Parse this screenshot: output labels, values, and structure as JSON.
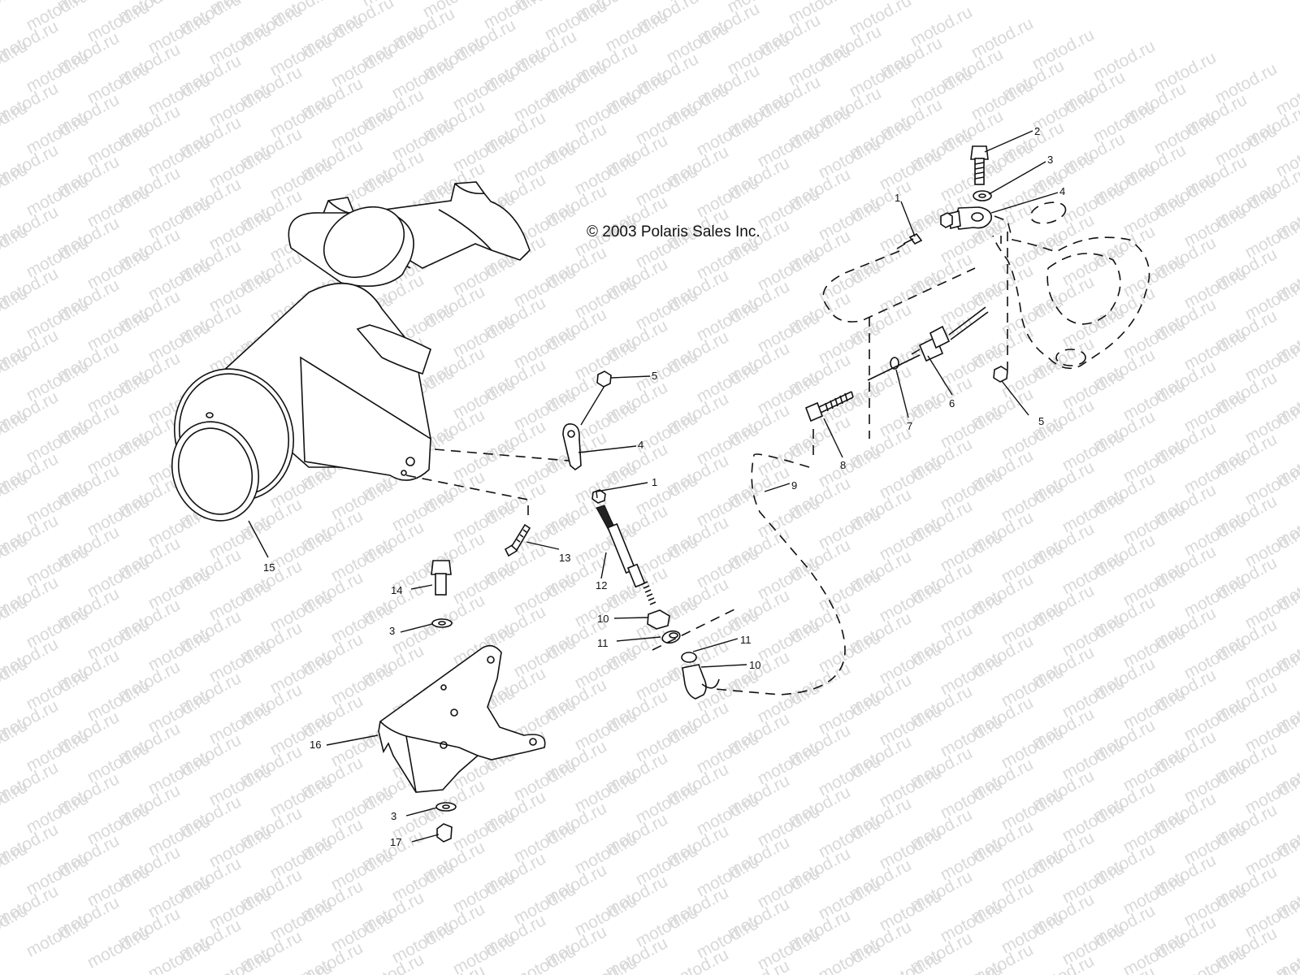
{
  "copyright": "© 2003 Polaris Sales Inc.",
  "watermark": "motod.ru",
  "callouts": [
    {
      "id": "c2",
      "text": "2"
    },
    {
      "id": "c3a",
      "text": "3"
    },
    {
      "id": "c4a",
      "text": "4"
    },
    {
      "id": "c1a",
      "text": "1"
    },
    {
      "id": "c5a",
      "text": "5"
    },
    {
      "id": "c4b",
      "text": "4"
    },
    {
      "id": "c1b",
      "text": "1"
    },
    {
      "id": "c5b",
      "text": "5"
    },
    {
      "id": "c6",
      "text": "6"
    },
    {
      "id": "c7",
      "text": "7"
    },
    {
      "id": "c8",
      "text": "8"
    },
    {
      "id": "c9",
      "text": "9"
    },
    {
      "id": "c13",
      "text": "13"
    },
    {
      "id": "c12",
      "text": "12"
    },
    {
      "id": "c15",
      "text": "15"
    },
    {
      "id": "c14",
      "text": "14"
    },
    {
      "id": "c3b",
      "text": "3"
    },
    {
      "id": "c10a",
      "text": "10"
    },
    {
      "id": "c11a",
      "text": "11"
    },
    {
      "id": "c11b",
      "text": "11"
    },
    {
      "id": "c10b",
      "text": "10"
    },
    {
      "id": "c16",
      "text": "16"
    },
    {
      "id": "c3c",
      "text": "3"
    },
    {
      "id": "c17",
      "text": "17"
    }
  ]
}
